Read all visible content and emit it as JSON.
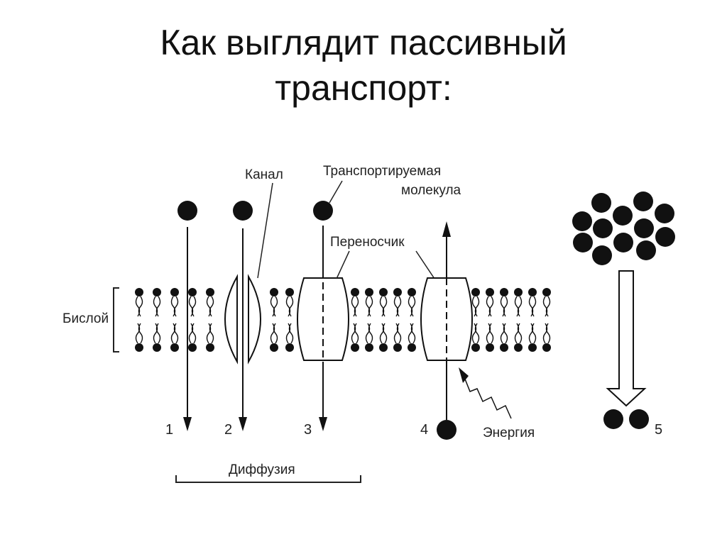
{
  "title": {
    "line1": "Как выглядит пассивный",
    "line2": "транспорт:"
  },
  "labels": {
    "bilayer": "Бислой",
    "channel": "Канал",
    "transported_molecule_1": "Транспортируемая",
    "transported_molecule_2": "молекула",
    "carrier": "Переносчик",
    "energy": "Энергия",
    "diffusion": "Диффузия"
  },
  "numbers": [
    "1",
    "2",
    "3",
    "4",
    "5"
  ]
}
